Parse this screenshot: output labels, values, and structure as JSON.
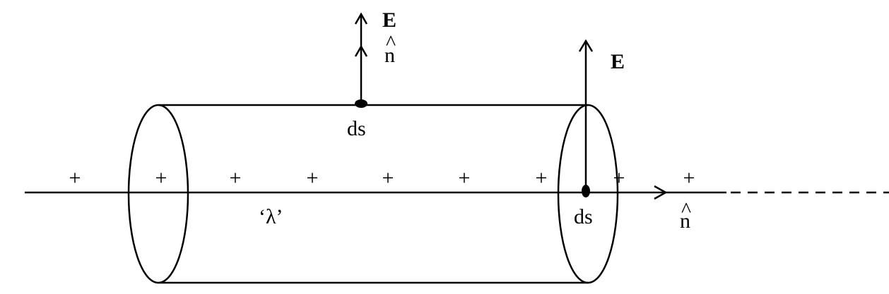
{
  "diagram": {
    "field_label_top": "E",
    "field_label_right": "E",
    "normal_label_top": "n",
    "normal_label_right": "n",
    "hat": "^",
    "area_label_top": "ds",
    "area_label_right": "ds",
    "charge_density_label": "‘λ’",
    "charge_sign": "+",
    "charge_count": 9,
    "colors": {
      "stroke": "#000000",
      "background": "#ffffff"
    }
  }
}
